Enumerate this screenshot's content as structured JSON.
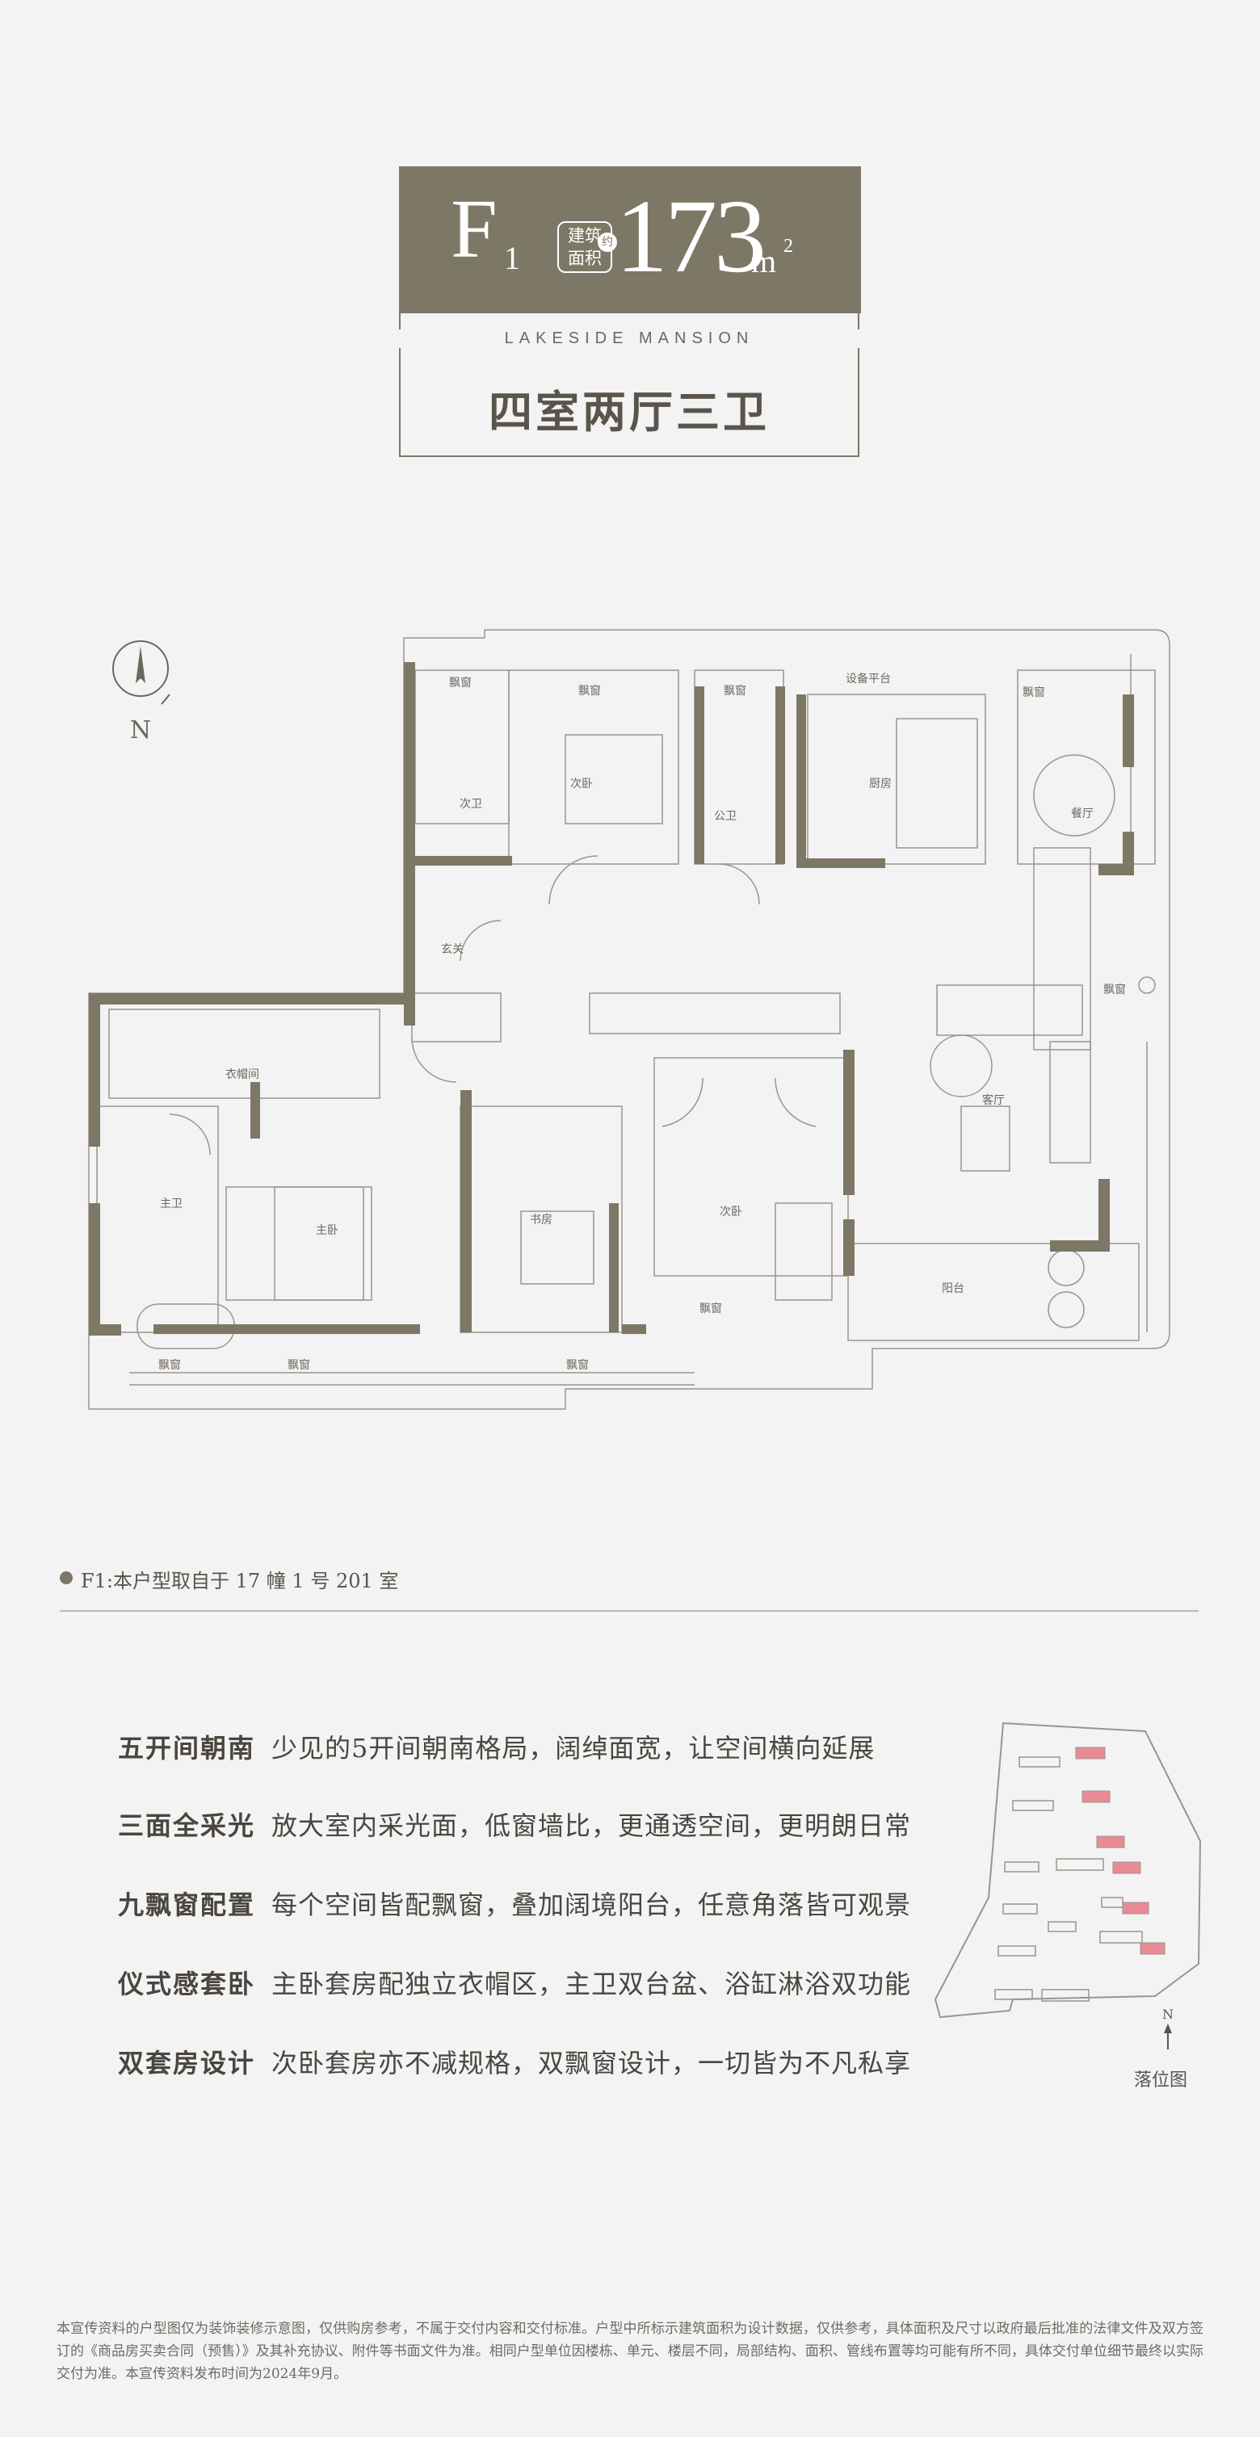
{
  "header": {
    "unit_code": "F",
    "unit_code_sub": "1",
    "area_label_line1": "建筑",
    "area_label_line2": "面积",
    "area_label_tag": "约",
    "area_value": "173",
    "area_unit": "m",
    "area_unit_sup": "2",
    "project_name_en": "LAKESIDE MANSION",
    "layout": "四室两厅三卫"
  },
  "compass": {
    "letter": "N"
  },
  "floor_plan": {
    "rooms": {
      "bay_window": "飘窗",
      "secondary_bath": "次卫",
      "secondary_bedroom": "次卧",
      "public_bath": "公卫",
      "equipment_platform": "设备平台",
      "kitchen": "厨房",
      "dining": "餐厅",
      "entrance": "玄关",
      "cloakroom": "衣帽间",
      "master_bath": "主卫",
      "master_bedroom": "主卧",
      "study": "书房",
      "living": "客厅",
      "balcony": "阳台"
    }
  },
  "source_note": "F1:本户型取自于 17 幢 1 号 201 室",
  "features": [
    {
      "title": "五开间朝南",
      "desc": "少见的5开间朝南格局，阔绰面宽，让空间横向延展"
    },
    {
      "title": "三面全采光",
      "desc": "放大室内采光面，低窗墙比，更通透空间，更明朗日常"
    },
    {
      "title": "九飘窗配置",
      "desc": "每个空间皆配飘窗，叠加阔境阳台，任意角落皆可观景"
    },
    {
      "title": "仪式感套卧",
      "desc": "主卧套房配独立衣帽区，主卫双台盆、浴缸淋浴双功能"
    },
    {
      "title": "双套房设计",
      "desc": "次卧套房亦不减规格，双飘窗设计，一切皆为不凡私享"
    }
  ],
  "site_map": {
    "label": "落位图",
    "north": "N"
  },
  "disclaimer": "本宣传资料的户型图仅为装饰装修示意图，仅供购房参考，不属于交付内容和交付标准。户型中所标示建筑面积为设计数据，仅供参考，具体面积及尺寸以政府最后批准的法律文件及双方签订的《商品房买卖合同（预售）》及其补充协议、附件等书面文件为准。相同户型单位因楼栋、单元、楼层不同，局部结构、面积、管线布置等均可能有所不同，具体交付单位细节最终以实际交付为准。本宣传资料发布时间为2024年9月。",
  "colors": {
    "brand": "#7d7766",
    "wall": "#7d7766",
    "highlight": "#e98b96",
    "background": "#f3f3f3"
  }
}
